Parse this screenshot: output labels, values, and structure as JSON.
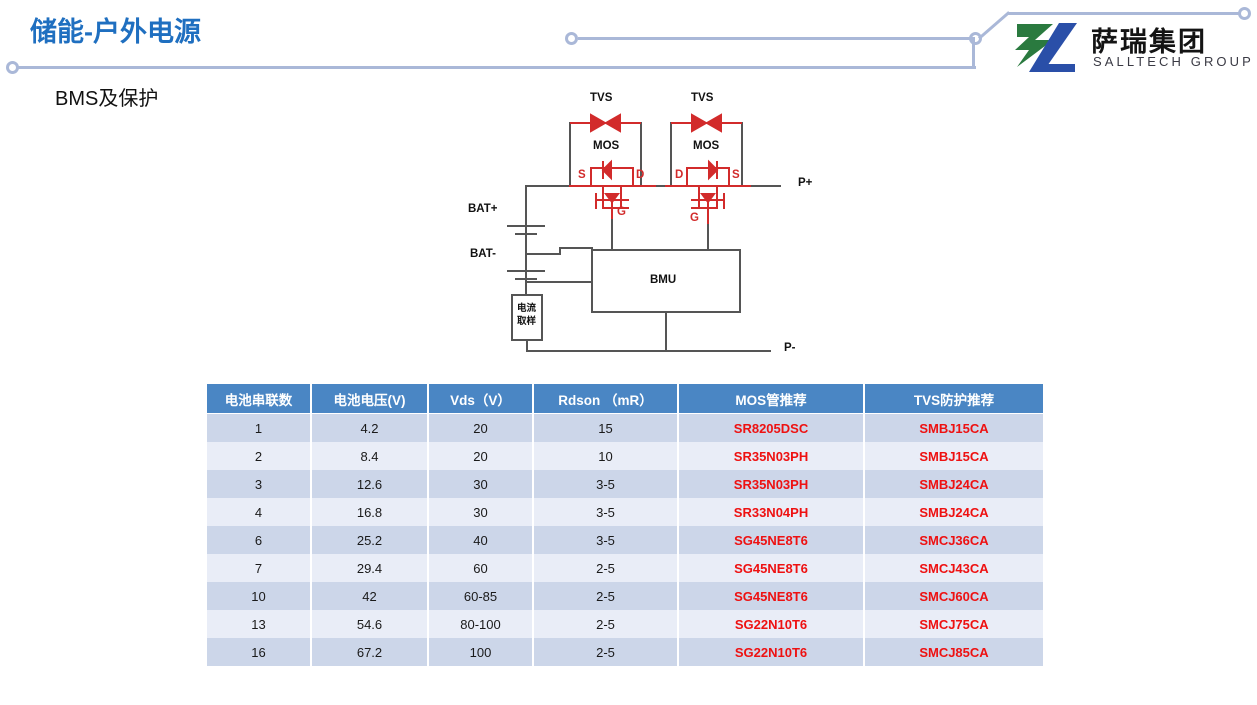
{
  "header": {
    "title": "储能-户外电源",
    "subtitle": "BMS及保护"
  },
  "brand": {
    "name_cn": "萨瑞集团",
    "name_en": "SALLTECH GROUP",
    "logo_green": "#2a7a3f",
    "logo_blue": "#2a4fa8"
  },
  "colors": {
    "title_blue": "#1f6fc0",
    "deco_blue": "#aab8d8",
    "table_header_blue": "#4a86c4",
    "row_odd": "#ccd6e9",
    "row_even": "#e9edf7",
    "part_red": "#ee1111",
    "circuit_red": "#d22b2b",
    "circuit_gray": "#555555"
  },
  "circuit": {
    "labels": {
      "tvs_left": "TVS",
      "tvs_right": "TVS",
      "mos_left": "MOS",
      "mos_right": "MOS",
      "left_mos_source": "S",
      "left_mos_drain": "D",
      "left_mos_gate": "G",
      "right_mos_drain": "D",
      "right_mos_source": "S",
      "right_mos_gate": "G",
      "bat_plus": "BAT+",
      "bat_minus": "BAT-",
      "pack_plus": "P+",
      "pack_minus": "P-",
      "bmu": "BMU",
      "shunt_line1": "电流",
      "shunt_line2": "取样"
    }
  },
  "table": {
    "columns": [
      "电池串联数",
      "电池电压(V)",
      "Vds（V）",
      "Rdson （mR）",
      "MOS管推荐",
      "TVS防护推荐"
    ],
    "rows": [
      {
        "cells": [
          "1",
          "4.2",
          "20",
          "15",
          "SR8205DSC",
          "SMBJ15CA"
        ]
      },
      {
        "cells": [
          "2",
          "8.4",
          "20",
          "10",
          "SR35N03PH",
          "SMBJ15CA"
        ]
      },
      {
        "cells": [
          "3",
          "12.6",
          "30",
          "3-5",
          "SR35N03PH",
          "SMBJ24CA"
        ]
      },
      {
        "cells": [
          "4",
          "16.8",
          "30",
          "3-5",
          "SR33N04PH",
          "SMBJ24CA"
        ]
      },
      {
        "cells": [
          "6",
          "25.2",
          "40",
          "3-5",
          "SG45NE8T6",
          "SMCJ36CA"
        ]
      },
      {
        "cells": [
          "7",
          "29.4",
          "60",
          "2-5",
          "SG45NE8T6",
          "SMCJ43CA"
        ]
      },
      {
        "cells": [
          "10",
          "42",
          "60-85",
          "2-5",
          "SG45NE8T6",
          "SMCJ60CA"
        ]
      },
      {
        "cells": [
          "13",
          "54.6",
          "80-100",
          "2-5",
          "SG22N10T6",
          "SMCJ75CA"
        ]
      },
      {
        "cells": [
          "16",
          "67.2",
          "100",
          "2-5",
          "SG22N10T6",
          "SMCJ85CA"
        ]
      }
    ]
  }
}
